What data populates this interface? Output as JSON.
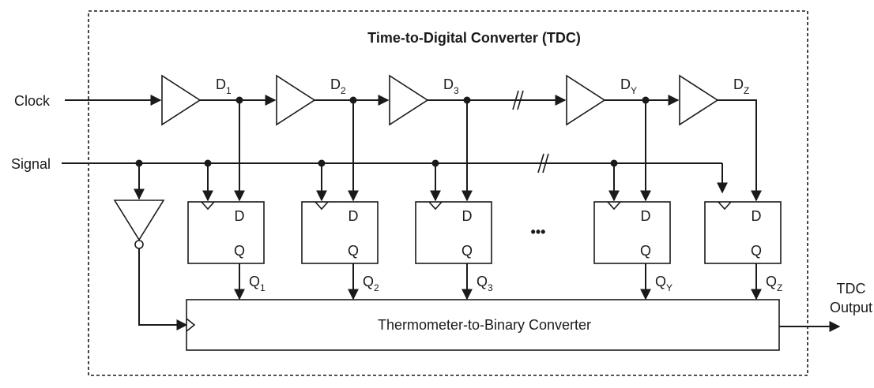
{
  "title": "Time-to-Digital Converter (TDC)",
  "inputs": {
    "clock": "Clock",
    "signal": "Signal"
  },
  "output": {
    "line1": "TDC",
    "line2": "Output"
  },
  "converter_label": "Thermometer-to-Binary Converter",
  "ellipsis": "•••",
  "flipflop_pins": {
    "d": "D",
    "q": "Q"
  },
  "stages": [
    {
      "d_label": "D",
      "d_sub": "1",
      "q_label": "Q",
      "q_sub": "1"
    },
    {
      "d_label": "D",
      "d_sub": "2",
      "q_label": "Q",
      "q_sub": "2"
    },
    {
      "d_label": "D",
      "d_sub": "3",
      "q_label": "Q",
      "q_sub": "3"
    },
    {
      "d_label": "D",
      "d_sub": "Y",
      "q_label": "Q",
      "q_sub": "Y"
    },
    {
      "d_label": "D",
      "d_sub": "Z",
      "q_label": "Q",
      "q_sub": "Z"
    }
  ]
}
